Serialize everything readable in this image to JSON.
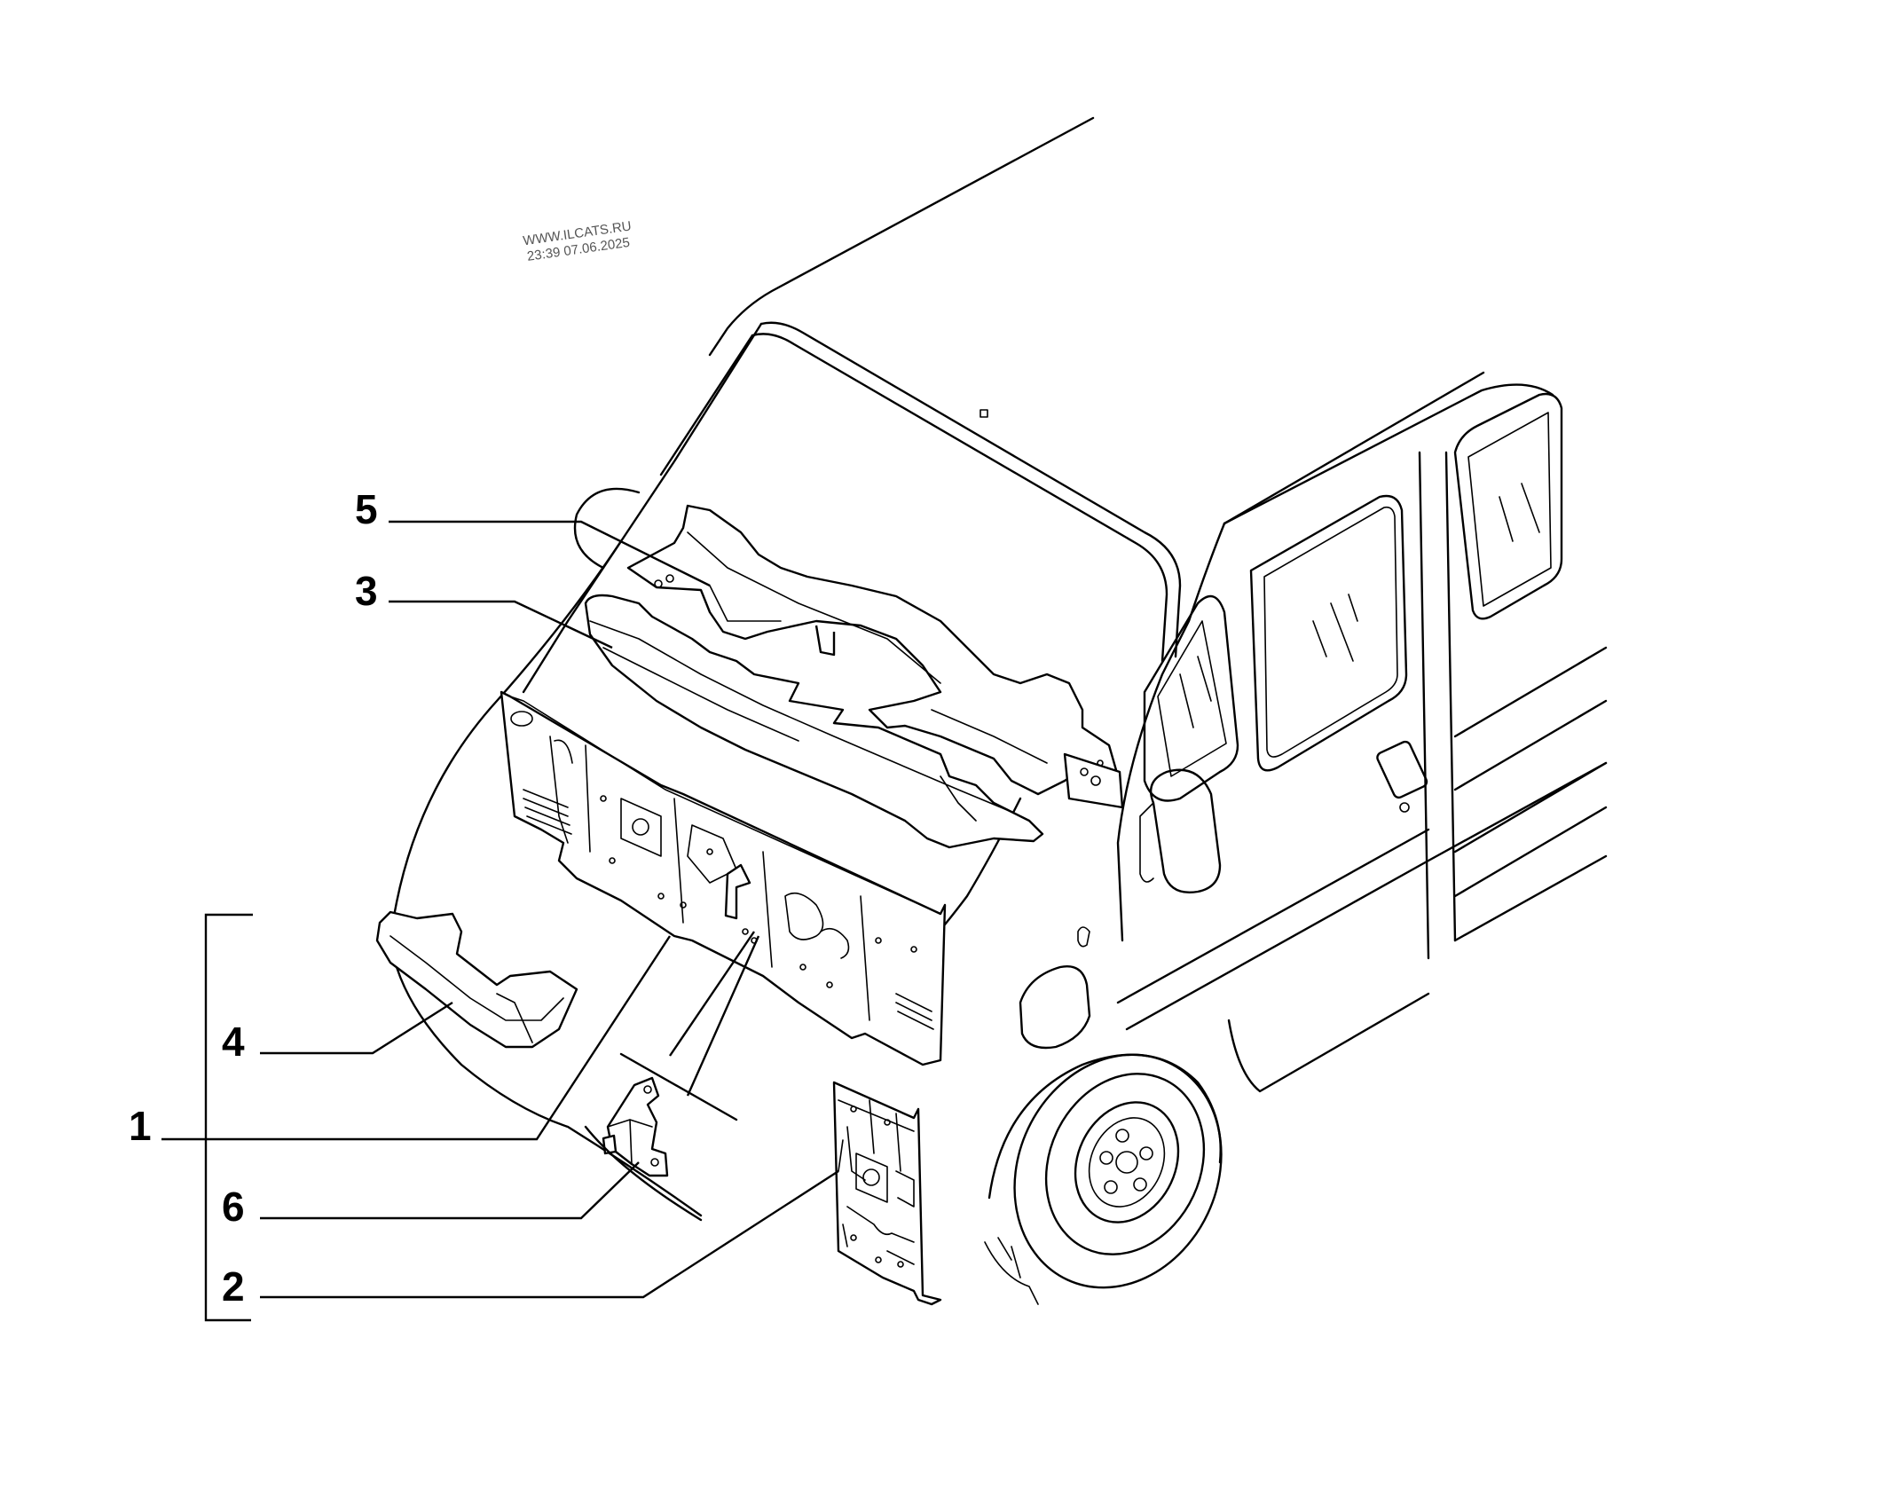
{
  "watermark": {
    "line1": "WWW.ILCATS.RU",
    "line2": "23:39 07.06.2025"
  },
  "callouts": [
    {
      "id": "1",
      "label": "1"
    },
    {
      "id": "2",
      "label": "2"
    },
    {
      "id": "3",
      "label": "3"
    },
    {
      "id": "4",
      "label": "4"
    },
    {
      "id": "5",
      "label": "5"
    },
    {
      "id": "6",
      "label": "6"
    }
  ],
  "colors": {
    "line": "#000000",
    "background": "#ffffff"
  }
}
